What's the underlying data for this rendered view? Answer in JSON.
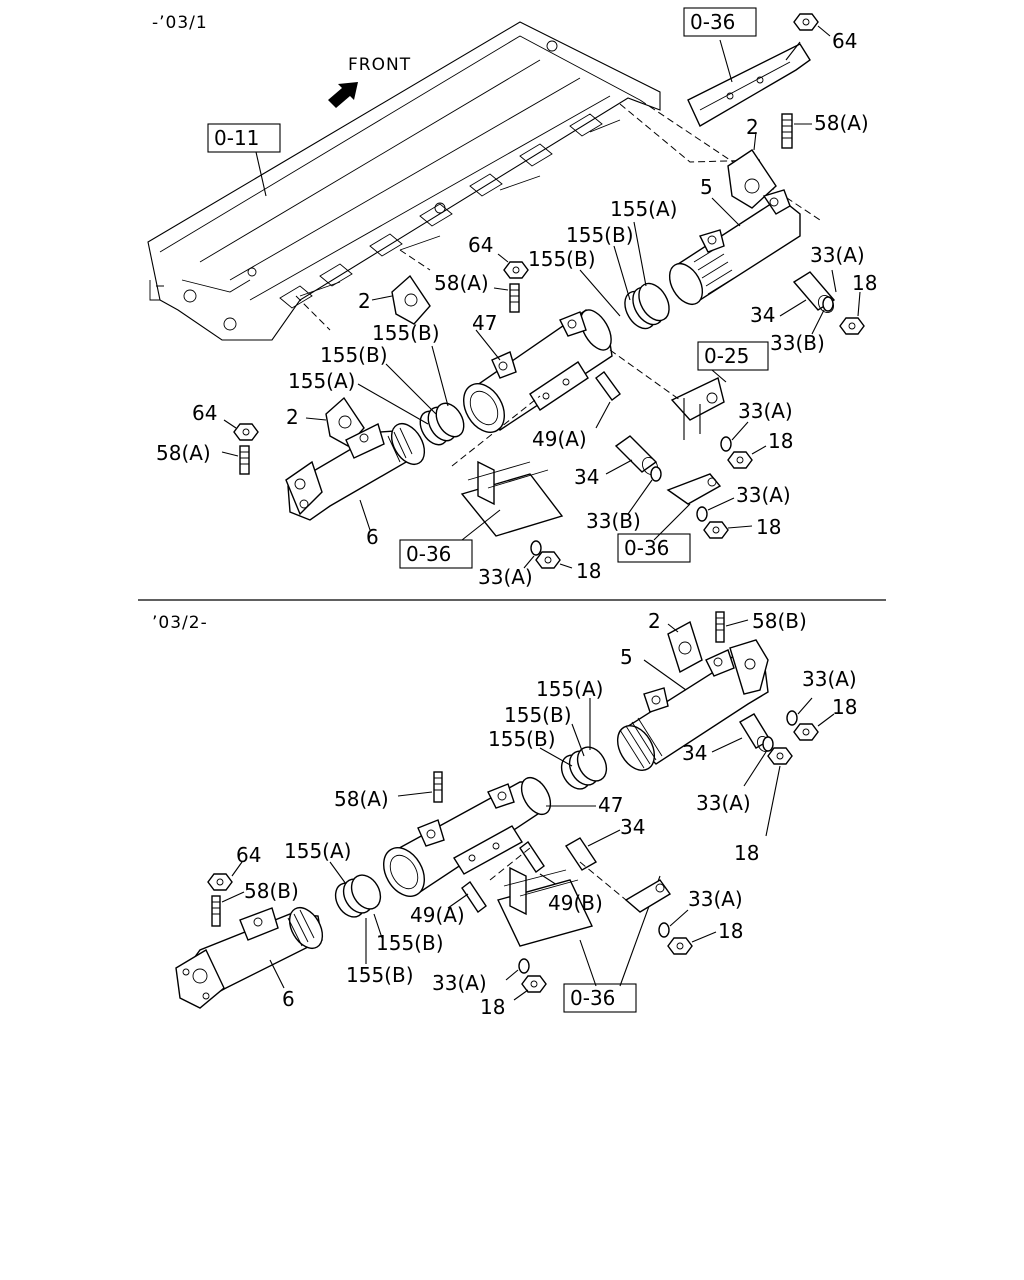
{
  "section_top": {
    "header": "-’03/1",
    "front_label": "FRONT",
    "ref_boxes": [
      "0-36",
      "0-11",
      "0-25",
      "0-36",
      "0-36"
    ],
    "labels": [
      {
        "id": "t-64-a",
        "text": "64"
      },
      {
        "id": "t-58a-a",
        "text": "58(A)"
      },
      {
        "id": "t-2-a",
        "text": "2"
      },
      {
        "id": "t-5",
        "text": "5"
      },
      {
        "id": "t-155a-a",
        "text": "155(A)"
      },
      {
        "id": "t-155b-a",
        "text": "155(B)"
      },
      {
        "id": "t-155b-b",
        "text": "155(B)"
      },
      {
        "id": "t-64-b",
        "text": "64"
      },
      {
        "id": "t-58a-b",
        "text": "58(A)"
      },
      {
        "id": "t-2-b",
        "text": "2"
      },
      {
        "id": "t-47",
        "text": "47"
      },
      {
        "id": "t-155b-c",
        "text": "155(B)"
      },
      {
        "id": "t-155b-d",
        "text": "155(B)"
      },
      {
        "id": "t-155a-b",
        "text": "155(A)"
      },
      {
        "id": "t-33a-a",
        "text": "33(A)"
      },
      {
        "id": "t-18-a",
        "text": "18"
      },
      {
        "id": "t-34-a",
        "text": "34"
      },
      {
        "id": "t-33b-a",
        "text": "33(B)"
      },
      {
        "id": "t-64-c",
        "text": "64"
      },
      {
        "id": "t-2-c",
        "text": "2"
      },
      {
        "id": "t-58a-c",
        "text": "58(A)"
      },
      {
        "id": "t-49a",
        "text": "49(A)"
      },
      {
        "id": "t-33a-b",
        "text": "33(A)"
      },
      {
        "id": "t-18-b",
        "text": "18"
      },
      {
        "id": "t-34-b",
        "text": "34"
      },
      {
        "id": "t-33a-c",
        "text": "33(A)"
      },
      {
        "id": "t-33b-b",
        "text": "33(B)"
      },
      {
        "id": "t-18-c",
        "text": "18"
      },
      {
        "id": "t-6",
        "text": "6"
      },
      {
        "id": "t-33a-d",
        "text": "33(A)"
      },
      {
        "id": "t-18-d",
        "text": "18"
      }
    ]
  },
  "section_bottom": {
    "header": "’03/2-",
    "ref_boxes": [
      "0-36"
    ],
    "labels": [
      {
        "id": "b-2",
        "text": "2"
      },
      {
        "id": "b-58b-a",
        "text": "58(B)"
      },
      {
        "id": "b-5",
        "text": "5"
      },
      {
        "id": "b-33a-a",
        "text": "33(A)"
      },
      {
        "id": "b-18-a",
        "text": "18"
      },
      {
        "id": "b-155a-a",
        "text": "155(A)"
      },
      {
        "id": "b-155b-a",
        "text": "155(B)"
      },
      {
        "id": "b-155b-b",
        "text": "155(B)"
      },
      {
        "id": "b-34-a",
        "text": "34"
      },
      {
        "id": "b-33a-b",
        "text": "33(A)"
      },
      {
        "id": "b-18-b",
        "text": "18"
      },
      {
        "id": "b-58a",
        "text": "58(A)"
      },
      {
        "id": "b-47",
        "text": "47"
      },
      {
        "id": "b-34-b",
        "text": "34"
      },
      {
        "id": "b-64",
        "text": "64"
      },
      {
        "id": "b-155a-b",
        "text": "155(A)"
      },
      {
        "id": "b-58b-b",
        "text": "58(B)"
      },
      {
        "id": "b-49a",
        "text": "49(A)"
      },
      {
        "id": "b-49b",
        "text": "49(B)"
      },
      {
        "id": "b-33a-c",
        "text": "33(A)"
      },
      {
        "id": "b-18-c",
        "text": "18"
      },
      {
        "id": "b-155b-c",
        "text": "155(B)"
      },
      {
        "id": "b-155b-d",
        "text": "155(B)"
      },
      {
        "id": "b-6",
        "text": "6"
      },
      {
        "id": "b-33a-d",
        "text": "33(A)"
      },
      {
        "id": "b-18-d",
        "text": "18"
      }
    ]
  }
}
